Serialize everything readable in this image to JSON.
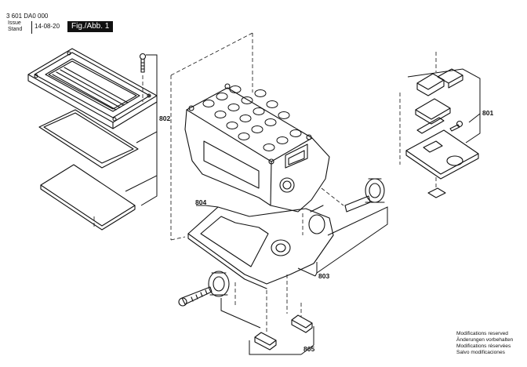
{
  "header": {
    "doc_number": "3 601 DA0 000",
    "issue_label": "Issue",
    "stand_label": "Stand",
    "issue_date": "14-08-20",
    "figure_label": "Fig./Abb. 1"
  },
  "callouts": {
    "c801": "801",
    "c802": "802",
    "c803": "803",
    "c804": "804",
    "c805": "805"
  },
  "notice": {
    "en": "Modifications reserved",
    "de": "Änderungen vorbehalten",
    "fr": "Modifications réservées",
    "es": "Salvo modificaciones"
  }
}
